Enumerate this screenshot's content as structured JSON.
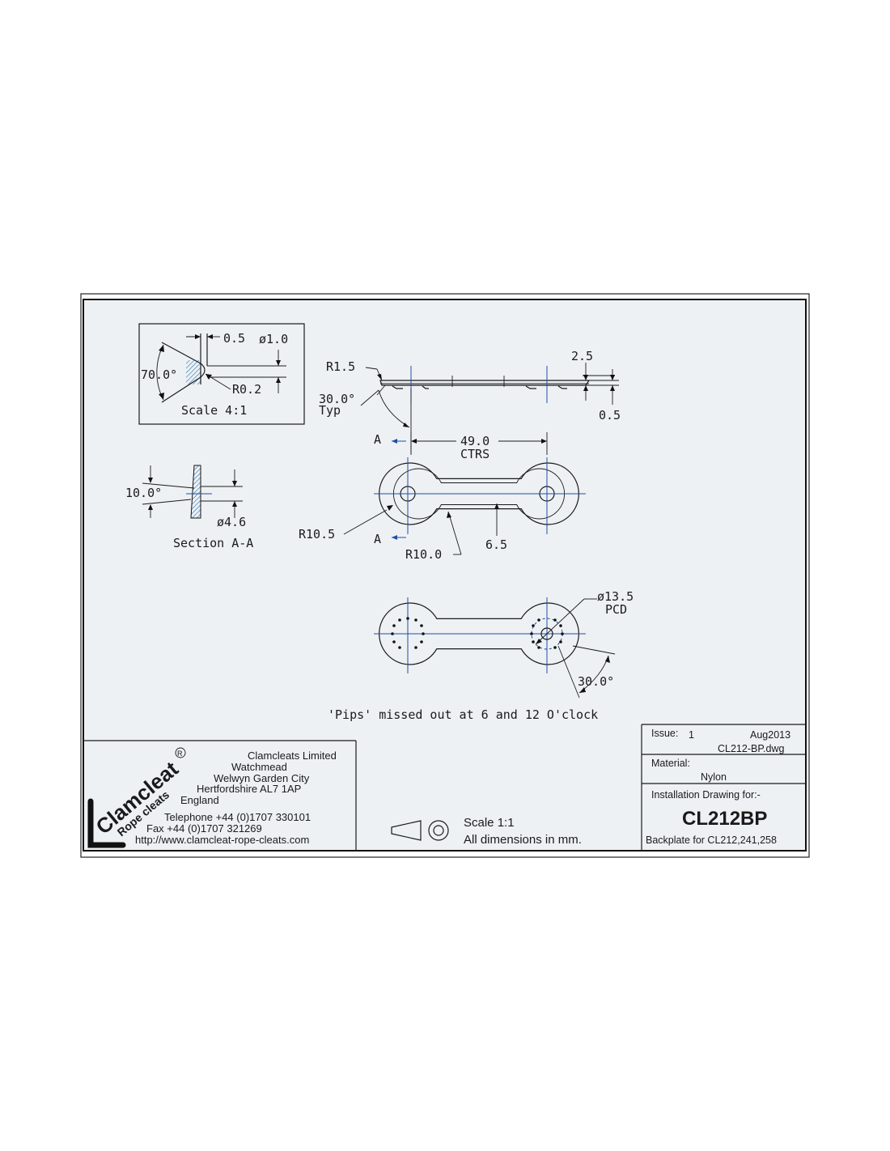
{
  "detail": {
    "dim_05": "0.5",
    "dim_dia10": "ø1.0",
    "dim_70": "70.0°",
    "dim_r02": "R0.2",
    "scale": "Scale 4:1"
  },
  "side_view": {
    "r15": "R1.5",
    "dim_25": "2.5",
    "dim_05": "0.5",
    "angle": "30.0°",
    "angle_note": "Typ"
  },
  "top_view": {
    "section_mark": "A",
    "ctrs": "49.0",
    "ctrs_note": "CTRS",
    "r105": "R10.5",
    "r100": "R10.0",
    "width": "6.5"
  },
  "section": {
    "angle": "10.0°",
    "hole": "ø4.6",
    "label": "Section A-A"
  },
  "bottom_view": {
    "pcd": "ø13.5",
    "pcd_note": "PCD",
    "angle": "30.0°",
    "note": "'Pips' missed out at 6 and 12 O'clock"
  },
  "company": {
    "logo_main": "Clamcleat",
    "logo_sub": "Rope cleats",
    "logo_reg": "R",
    "name": "Clamcleats Limited",
    "address": [
      "Watchmead",
      "Welwyn Garden City",
      "Hertfordshire AL7 1AP",
      "England"
    ],
    "telephone": "Telephone +44 (0)1707 330101",
    "fax": "Fax +44 (0)1707 321269",
    "web": "http://www.clamcleat-rope-cleats.com"
  },
  "scale_block": {
    "scale": "Scale 1:1",
    "units": "All dimensions in mm."
  },
  "title_block": {
    "issue_label": "Issue:",
    "issue": "1",
    "date": "Aug2013",
    "file": "CL212-BP.dwg",
    "material_label": "Material:",
    "material": "Nylon",
    "installation_label": "Installation Drawing for:-",
    "part": "CL212BP",
    "description": "Backplate for CL212,241,258"
  },
  "colors": {
    "centerline": "#1f4ea8",
    "paper": "#eef1f4",
    "ink": "#1a1a1a",
    "hatch": "#3f7fb8"
  }
}
